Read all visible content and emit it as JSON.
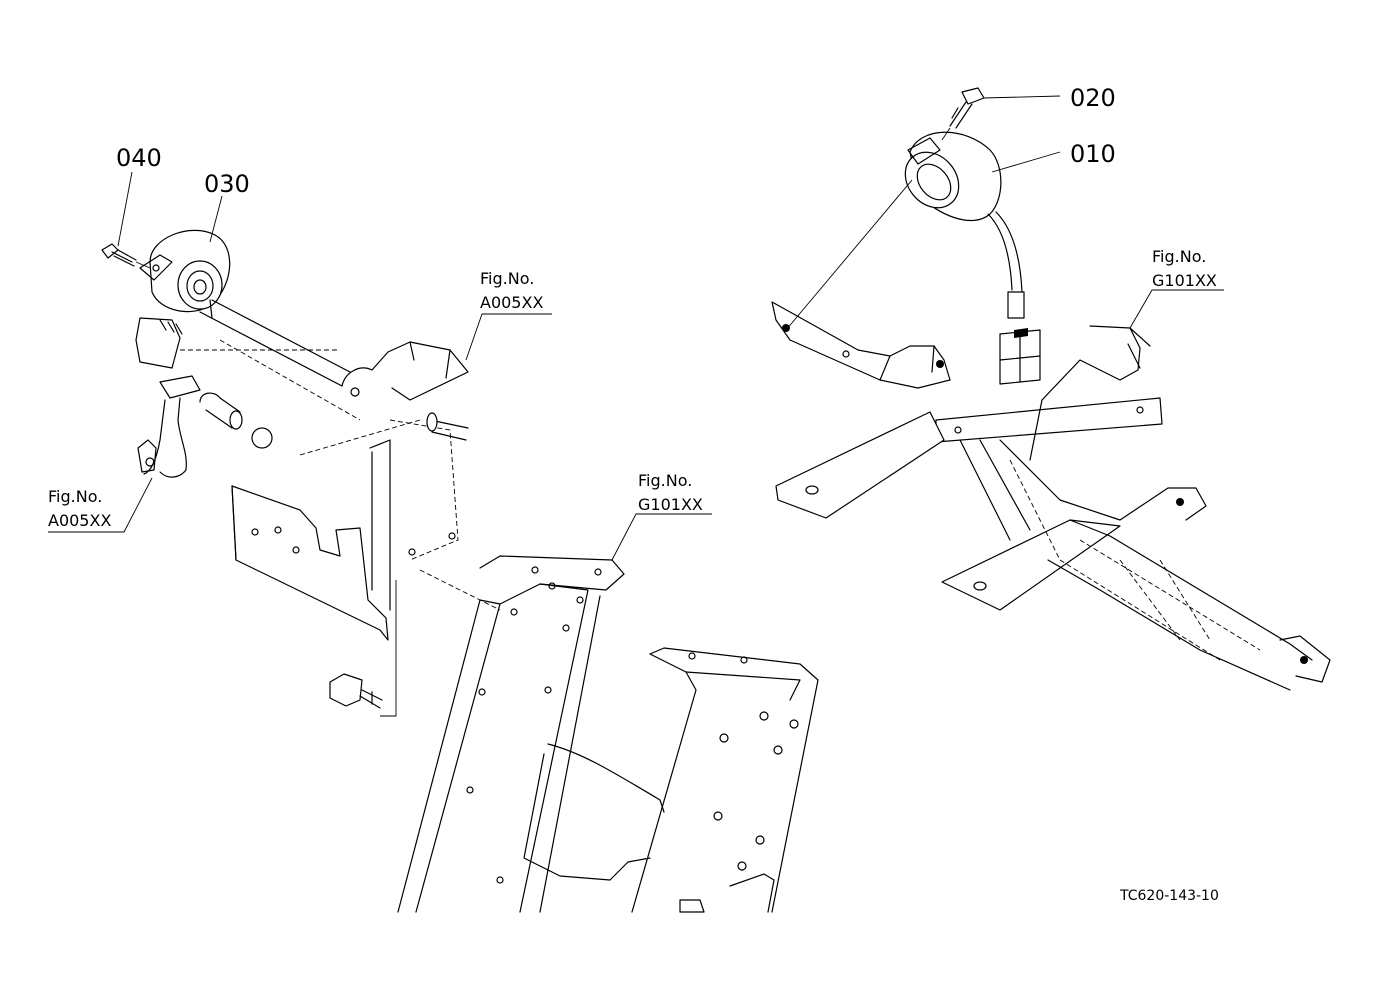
{
  "drawing_code": "TC620-143-10",
  "part_labels": {
    "p010": "010",
    "p020": "020",
    "p030": "030",
    "p040": "040"
  },
  "figure_refs": [
    {
      "caption": "Fig.No.",
      "code": "A005XX"
    },
    {
      "caption": "Fig.No.",
      "code": "A005XX"
    },
    {
      "caption": "Fig.No.",
      "code": "G101XX"
    },
    {
      "caption": "Fig.No.",
      "code": "G101XX"
    }
  ]
}
